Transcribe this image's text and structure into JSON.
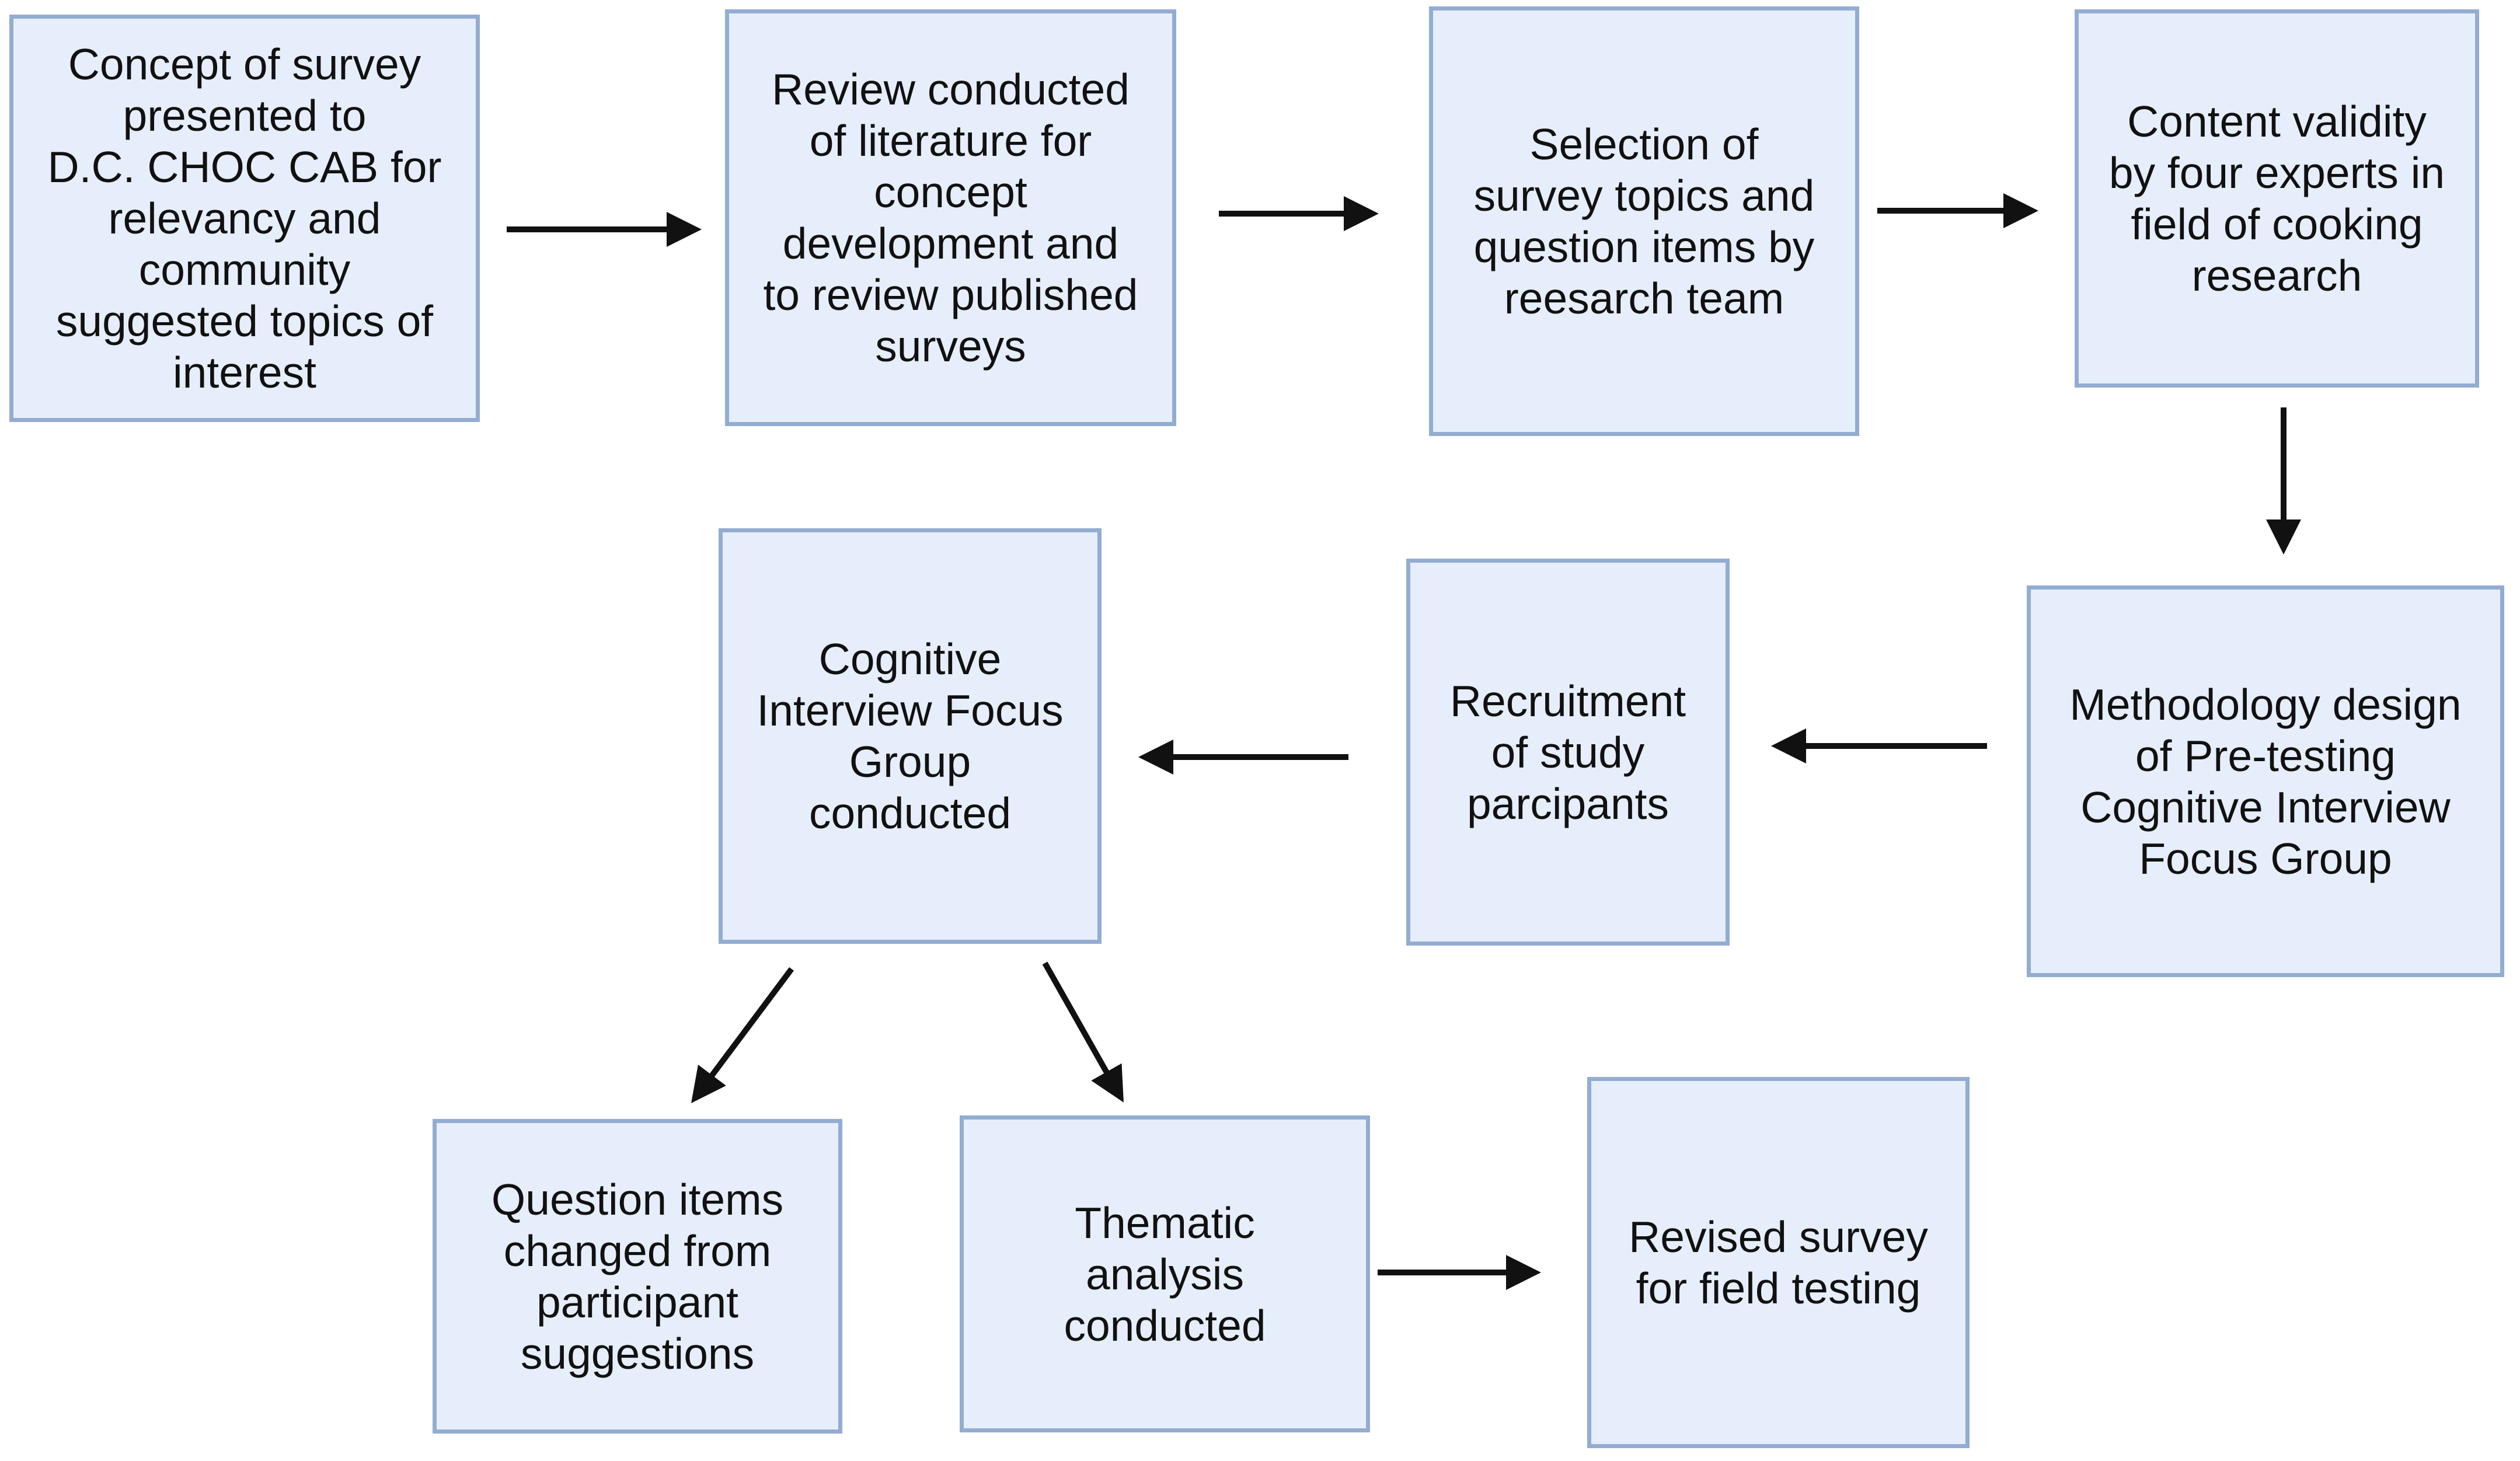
{
  "diagram": {
    "colors": {
      "box_fill": "#e6eefb",
      "box_border": "#93acd1",
      "text": "#111111",
      "arrow": "#111111"
    },
    "steps": [
      {
        "id": "step1",
        "text": "Concept of survey\npresented to\nD.C. CHOC CAB for\nrelevancy and\ncommunity\nsuggested topics of\ninterest"
      },
      {
        "id": "step2",
        "text": "Review conducted\nof literature for\nconcept\ndevelopment and\nto review published\nsurveys"
      },
      {
        "id": "step3",
        "text": "Selection of\nsurvey topics and\nquestion items by\nreesarch team"
      },
      {
        "id": "step4",
        "text": "Content validity\nby four experts in\nfield of  cooking\nresearch"
      },
      {
        "id": "step5",
        "text": "Methodology design\nof Pre-testing\nCognitive Interview\nFocus Group"
      },
      {
        "id": "step6",
        "text": "Recruitment\nof study\nparcipants"
      },
      {
        "id": "step7",
        "text": "Cognitive\nInterview Focus\nGroup\nconducted"
      },
      {
        "id": "step8",
        "text": "Question items\nchanged from\nparticipant\nsuggestions"
      },
      {
        "id": "step9",
        "text": "Thematic\nanalysis\nconducted"
      },
      {
        "id": "step10",
        "text": "Revised survey\nfor field testing"
      }
    ],
    "connections": [
      {
        "from": "step1",
        "to": "step2"
      },
      {
        "from": "step2",
        "to": "step3"
      },
      {
        "from": "step3",
        "to": "step4"
      },
      {
        "from": "step4",
        "to": "step5"
      },
      {
        "from": "step5",
        "to": "step6"
      },
      {
        "from": "step6",
        "to": "step7"
      },
      {
        "from": "step7",
        "to": "step8"
      },
      {
        "from": "step7",
        "to": "step9"
      },
      {
        "from": "step9",
        "to": "step10"
      }
    ]
  }
}
